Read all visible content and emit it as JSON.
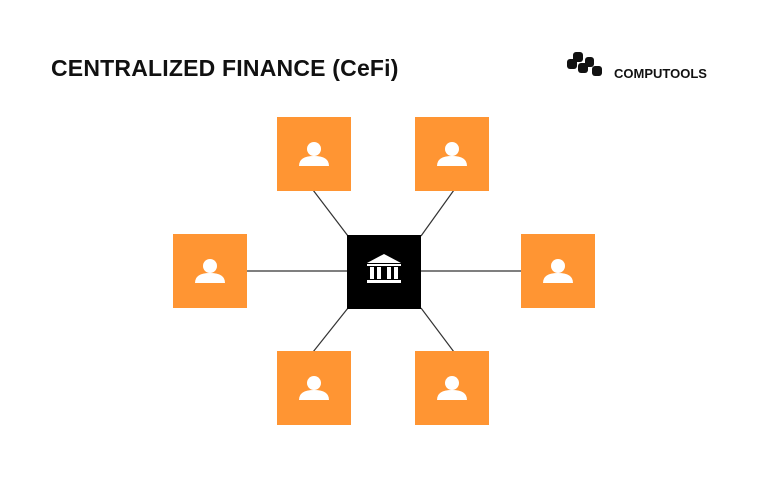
{
  "title": "CENTRALIZED FINANCE (CeFi)",
  "brand": {
    "name": "COMPUTOOLS",
    "logo_icon": "computools-logo-icon"
  },
  "colors": {
    "user_node": "#FF9533",
    "center_node": "#000000",
    "edge": "#333333",
    "icon": "#FFFFFF"
  },
  "diagram": {
    "center": {
      "icon": "bank-icon"
    },
    "users": [
      {
        "icon": "user-icon",
        "position": "top-left"
      },
      {
        "icon": "user-icon",
        "position": "top-right"
      },
      {
        "icon": "user-icon",
        "position": "left"
      },
      {
        "icon": "user-icon",
        "position": "right"
      },
      {
        "icon": "user-icon",
        "position": "bottom-left"
      },
      {
        "icon": "user-icon",
        "position": "bottom-right"
      }
    ]
  }
}
